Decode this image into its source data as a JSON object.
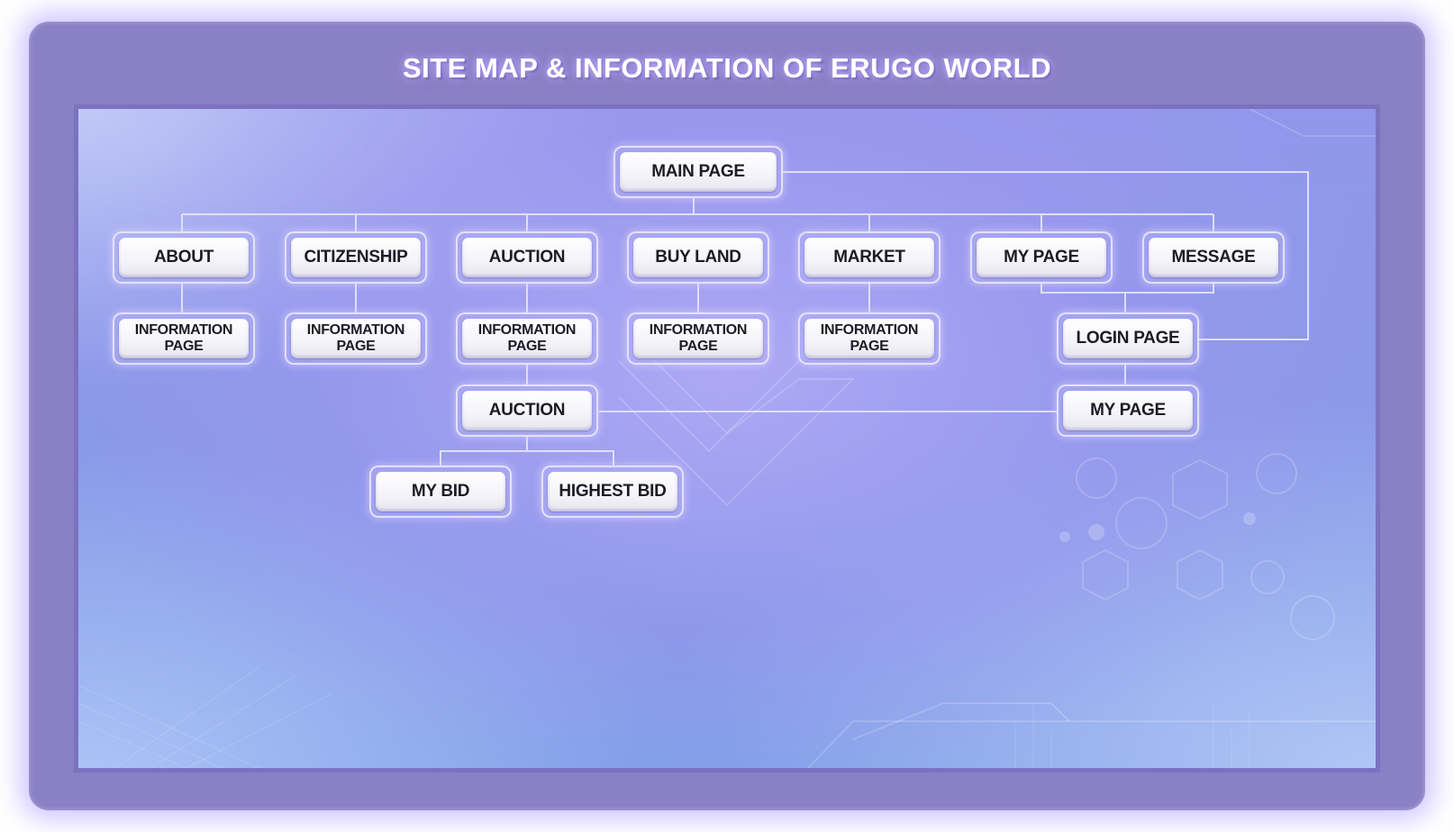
{
  "title": "SITE MAP & INFORMATION OF ERUGO WORLD",
  "nodes": {
    "main_page": "MAIN PAGE",
    "about": "ABOUT",
    "citizenship": "CITIZENSHIP",
    "auction": "AUCTION",
    "buy_land": "BUY LAND",
    "market": "MARKET",
    "my_page": "MY PAGE",
    "message": "MESSAGE",
    "about_info": "INFORMATION PAGE",
    "citizenship_info": "INFORMATION PAGE",
    "auction_info": "INFORMATION PAGE",
    "buy_land_info": "INFORMATION PAGE",
    "market_info": "INFORMATION PAGE",
    "login_page": "LOGIN PAGE",
    "auction_sub": "AUCTION",
    "my_page_sub": "MY PAGE",
    "my_bid": "MY BID",
    "highest_bid": "HIGHEST BID"
  },
  "colors": {
    "frame": "#8a80c4",
    "connector": "#e8e6ff",
    "button_text": "#1c1c26"
  }
}
